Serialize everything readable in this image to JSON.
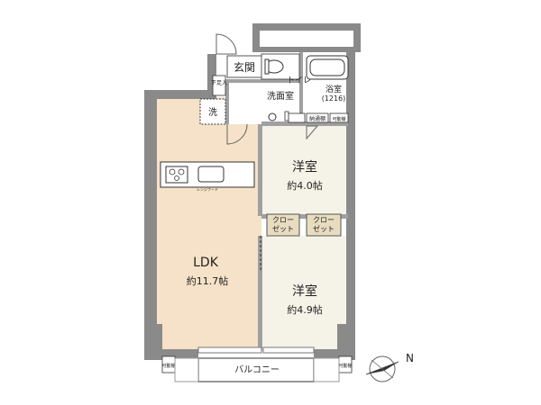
{
  "rooms": {
    "entrance": "玄関",
    "toilet": "トイレ",
    "bath": "浴室",
    "bath_size": "(1216)",
    "washroom": "洗面室",
    "washer": "洗",
    "shoe": "下足入",
    "western1_name": "洋室",
    "western1_size": "約4.0帖",
    "western2_name": "洋室",
    "western2_size": "約4.9帖",
    "ldk_name": "LDK",
    "ldk_size": "約11.7帖",
    "closet1_a": "クロー",
    "closet1_b": "ゼット",
    "closet2_a": "クロー",
    "closet2_b": "ゼット",
    "balcony": "バルコニー",
    "storage_small": "納通棚",
    "movable_shelf": "可動棚",
    "movable_shelf_left": "可動棚",
    "movable_shelf_right": "可動棚",
    "range_hood": "レンジフード"
  },
  "compass": {
    "north_label": "N"
  },
  "colors": {
    "floor_ldk": "#f6e2c8",
    "floor_room": "#f5f3e8",
    "floor_wet": "#ffffff",
    "wall": "#8a8a8a",
    "closet": "#e8dcc0"
  }
}
